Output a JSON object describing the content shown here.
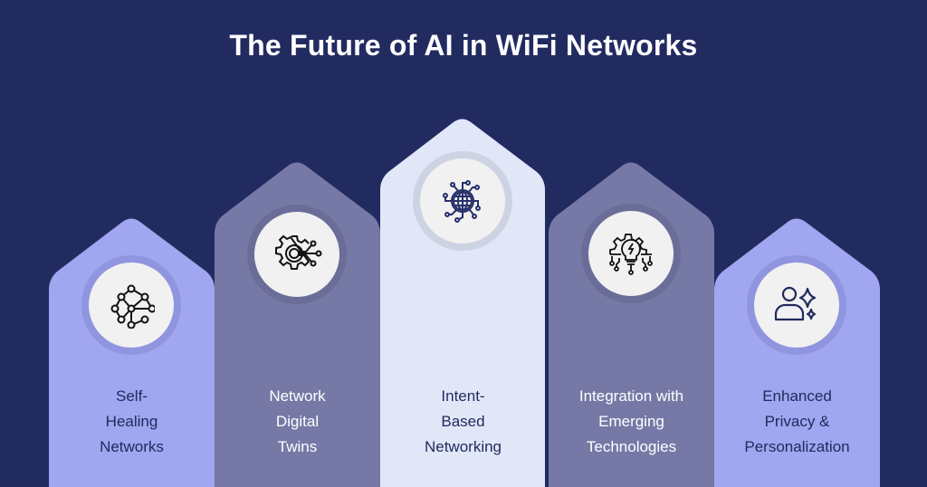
{
  "title": "The Future of AI in WiFi Networks",
  "colors": {
    "background": "#222b60",
    "light_purple": "#a0a6ef",
    "slate": "#7679a6",
    "pale": "#e1e7f7",
    "navy_text": "#1f2a5e"
  },
  "columns": [
    {
      "icon": "network-nodes-icon",
      "lines": [
        "Self-",
        "Healing",
        "Networks"
      ]
    },
    {
      "icon": "gear-circuit-icon",
      "lines": [
        "Network",
        "Digital",
        "Twins"
      ]
    },
    {
      "icon": "globe-circuit-icon",
      "lines": [
        "Intent-",
        "Based",
        "Networking"
      ]
    },
    {
      "icon": "lightbulb-gear-icon",
      "lines": [
        "Integration with",
        "Emerging",
        "Technologies"
      ]
    },
    {
      "icon": "user-sparkle-icon",
      "lines": [
        "Enhanced",
        "Privacy &",
        "Personalization"
      ]
    }
  ]
}
